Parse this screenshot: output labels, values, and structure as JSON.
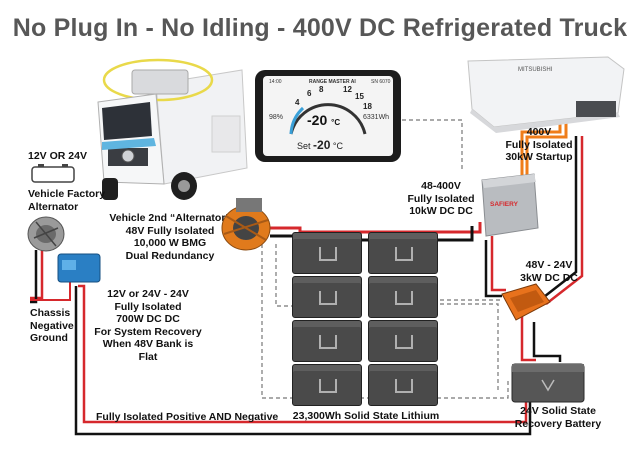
{
  "title": "No Plug In - No Idling - 400V DC Refrigerated Truck",
  "display": {
    "brand": "RANGE MASTER AI",
    "time": "14:00",
    "code": "SN 6070",
    "dial_marks": [
      "4",
      "6",
      "8",
      "12",
      "15",
      "18"
    ],
    "charge": "98%",
    "temperature": "-20",
    "unit": "°C",
    "energy": "6331Wh",
    "set_label": "Set",
    "set_value": "-20",
    "set_unit": "°C"
  },
  "labels": {
    "voltage_selector": "12V OR 24V",
    "factory_alternator": [
      "Vehicle Factory",
      "Alternator"
    ],
    "second_alternator": [
      "Vehicle 2nd “Alternator”",
      "48V Fully Isolated",
      "10,000 W BMG",
      "Dual Redundancy"
    ],
    "chassis_ground": [
      "Chassis",
      "Negative",
      "Ground"
    ],
    "small_dcdc": [
      "12V or 24V - 24V",
      "Fully Isolated",
      "700W DC DC",
      "For System Recovery",
      "When 48V Bank is Flat"
    ],
    "hv_unit": [
      "400V",
      "Fully Isolated",
      "30kW Startup"
    ],
    "hv_dcdc": [
      "48-400V",
      "Fully Isolated",
      "10kW DC DC"
    ],
    "mid_dcdc": [
      "48V - 24V",
      "3kW DC DC"
    ],
    "battery_bank": "23,300Wh Solid State Lithium",
    "recovery_battery": [
      "24V Solid State",
      "Recovery Battery"
    ],
    "isolation_note": "Fully Isolated Positive AND Negative",
    "hv_brand": "SAFIERY",
    "unit_brand": "MITSUBISHI"
  },
  "colors": {
    "positive": "#d6282c",
    "negative": "#111111",
    "hv": "#ef7d1a",
    "dashed": "#777777",
    "highlight": "#e9d94a"
  }
}
